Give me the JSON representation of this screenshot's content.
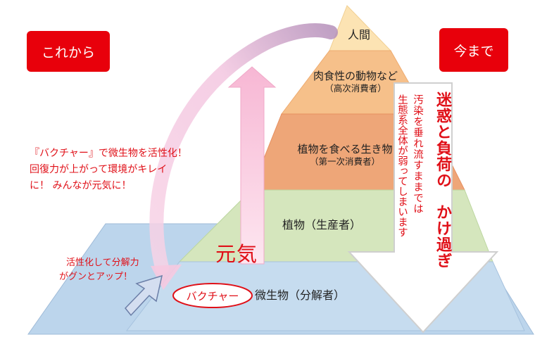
{
  "badges": {
    "left": "これから",
    "right": "今まで"
  },
  "pyramid": {
    "top": "人間",
    "carnivore": "肉食性の動物など",
    "carnivore_sub": "（高次消費者）",
    "herbivore": "植物を食べる生き物",
    "herbivore_sub": "（第一次消費者）",
    "plants": "植物（生産者）",
    "microbes": "微生物（分解者）"
  },
  "left_text": {
    "line1": "『バクチャー』で微生物を活性化！",
    "line2": "回復力が上がって環境がキレイ",
    "line3": "に！ みんなが元気に！"
  },
  "genki": "元気",
  "activation": {
    "line1": "活性化して分解力",
    "line2": "がグンとアップ！"
  },
  "bacture": "バクチャー",
  "right_arrow": {
    "main_col1": "迷惑と負荷の",
    "main_col2": "かけ過ぎ",
    "sub_col1": "汚染を垂れ流すままでは",
    "sub_col2": "生態系全体が弱ってしまいます"
  },
  "colors": {
    "badge_red": "#e8000b",
    "accent_red": "#e01018",
    "tier_top": "#fce3b3",
    "tier_carnivore": "#f6c08a",
    "tier_herbivore": "#eea678",
    "tier_plants": "#d5e6bd",
    "ground": "#bcd5ec",
    "pink_arrow": "#f9c7de"
  }
}
